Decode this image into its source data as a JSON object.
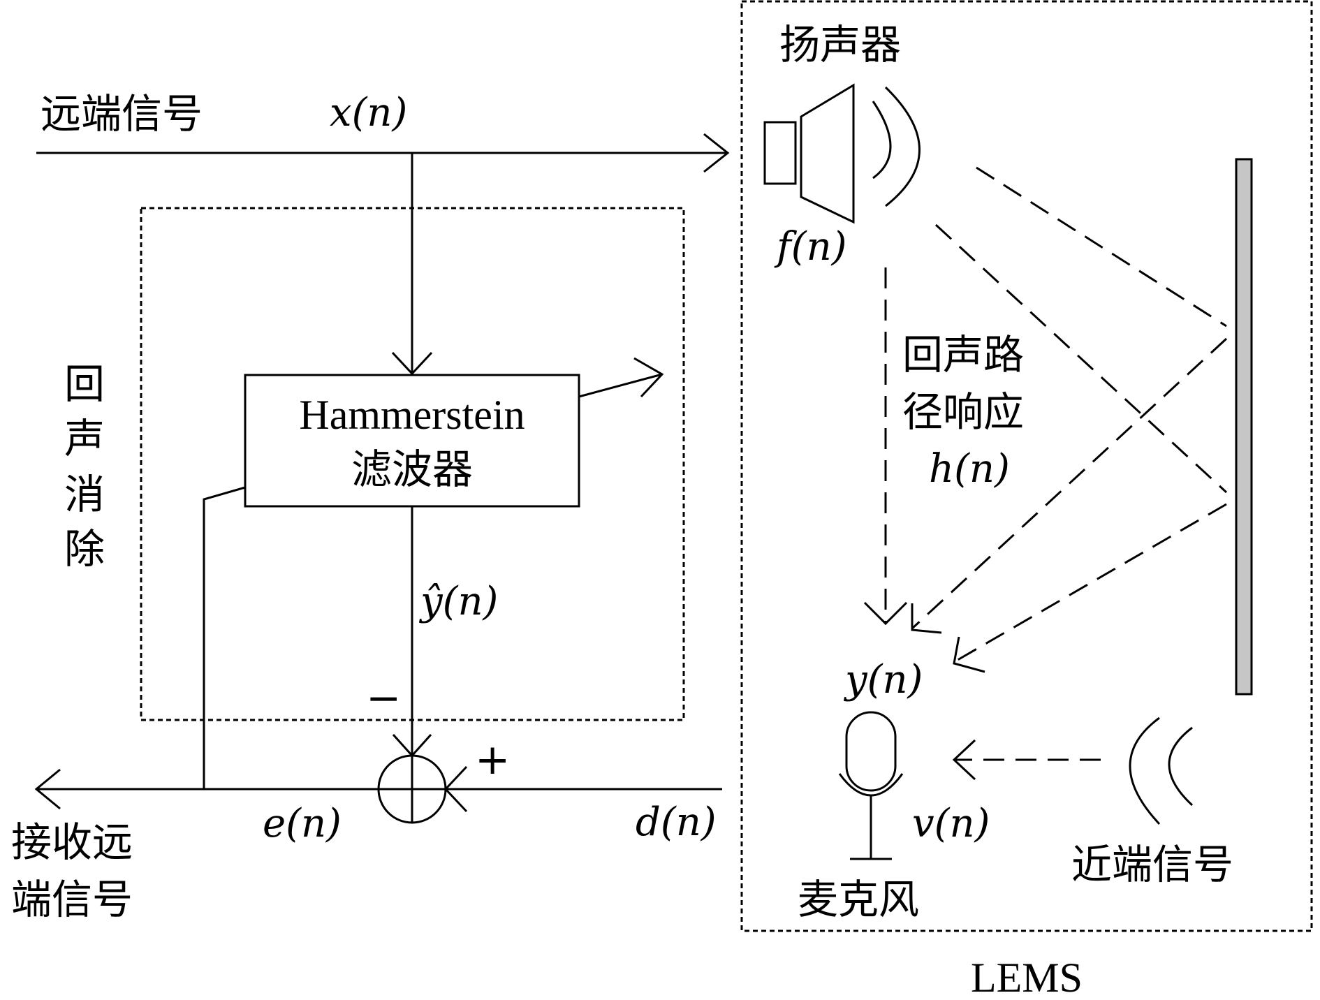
{
  "labels": {
    "far_end_signal": "远端信号",
    "x_n": "x(n)",
    "speaker": "扬声器",
    "f_n": "f(n)",
    "echo_cancel_chars": [
      "回",
      "声",
      "消",
      "除"
    ],
    "filter_name": "Hammerstein",
    "filter_type": "滤波器",
    "y_hat_n": "ŷ(n)",
    "minus": "−",
    "plus": "+",
    "e_n": "e(n)",
    "d_n": "d(n)",
    "received_line1": "接收远",
    "received_line2": "端信号",
    "echo_path_line1": "回声路",
    "echo_path_line2": "径响应",
    "h_n": "h(n)",
    "y_n": "y(n)",
    "v_n": "v(n)",
    "microphone": "麦克风",
    "near_end_signal": "近端信号",
    "lems": "LEMS"
  }
}
